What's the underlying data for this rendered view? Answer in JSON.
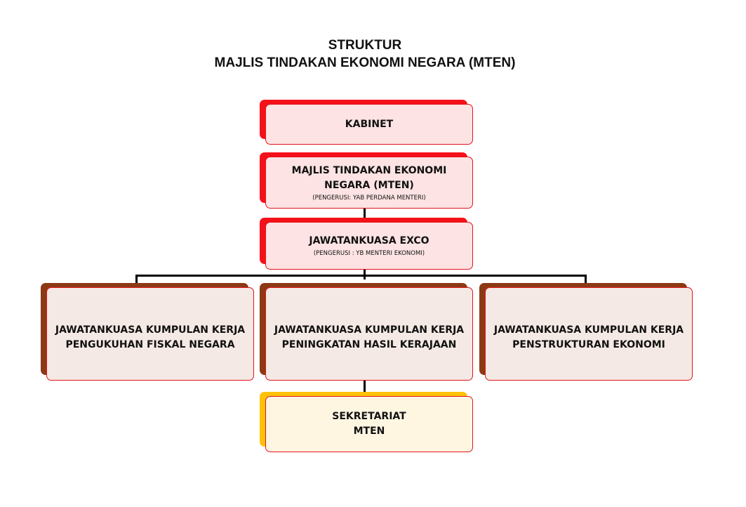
{
  "title": {
    "line1": "STRUKTUR",
    "line2": "MAJLIS TINDAKAN EKONOMI NEGARA (MTEN)"
  },
  "nodes": {
    "kabinet": {
      "label": "KABINET"
    },
    "mten": {
      "label_line1": "MAJLIS TINDAKAN EKONOMI",
      "label_line2": "NEGARA (MTEN)",
      "chair": "(PENGERUSI: YAB PERDANA MENTERI)"
    },
    "exco": {
      "label": "JAWATANKUASA EXCO",
      "chair": "(PENGERUSI : YB MENTERI EKONOMI)"
    },
    "jkk_fiskal": {
      "label_line1": "JAWATANKUASA KUMPULAN KERJA",
      "label_line2": "PENGUKUHAN FISKAL NEGARA"
    },
    "jkk_kerajaan": {
      "label_line1": "JAWATANKUASA KUMPULAN KERJA",
      "label_line2": "PENINGKATAN HASIL KERAJAAN"
    },
    "jkk_ekonomi": {
      "label_line1": "JAWATANKUASA KUMPULAN KERJA",
      "label_line2": "PENSTRUKTURAN EKONOMI"
    },
    "sekretariat": {
      "label_line1": "SEKRETARIAT",
      "label_line2": "MTEN"
    }
  },
  "colors": {
    "top_shadow": "#f5111a",
    "top_fill": "#fde3e3",
    "committee_shadow": "#8b3a14",
    "committee_fill": "#f4e9e4",
    "secretariat_shadow": "#ffc20a",
    "secretariat_fill": "#fff6e2",
    "border": "#e2141b"
  }
}
